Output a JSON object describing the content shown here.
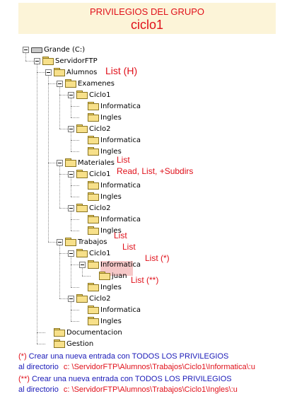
{
  "header": {
    "title": "PRIVILEGIOS DEL GRUPO",
    "group": "ciclo1"
  },
  "tree": [
    {
      "label": "Grande (C:)",
      "icon": "drive-icon"
    },
    {
      "label": "ServidorFTP"
    },
    {
      "label": "Alumnos"
    },
    {
      "label": "Examenes"
    },
    {
      "label": "Ciclo1"
    },
    {
      "label": "Informatica"
    },
    {
      "label": "Ingles"
    },
    {
      "label": "Ciclo2"
    },
    {
      "label": "Informatica"
    },
    {
      "label": "Ingles"
    },
    {
      "label": "Materiales"
    },
    {
      "label": "Ciclo1"
    },
    {
      "label": "Informatica"
    },
    {
      "label": "Ingles"
    },
    {
      "label": "Ciclo2"
    },
    {
      "label": "Informatica"
    },
    {
      "label": "Ingles"
    },
    {
      "label": "Trabajos"
    },
    {
      "label": "Ciclo1"
    },
    {
      "label": "Informatica"
    },
    {
      "label": "juan"
    },
    {
      "label": "Ingles"
    },
    {
      "label": "Ciclo2"
    },
    {
      "label": "Informatica"
    },
    {
      "label": "Ingles"
    },
    {
      "label": "Documentacion"
    },
    {
      "label": "Gestion"
    }
  ],
  "annotations": {
    "alumnos": "List (H)",
    "materiales": "List",
    "materiales_ciclo1": "Read, List, +Subdirs",
    "trabajos": "List",
    "trabajos_ciclo1": "List",
    "informatica": "List (*)",
    "ingles": "List (**)"
  },
  "notes": [
    {
      "mark": "(*)",
      "line1": "Crear una nueva entrada con TODOS LOS PRIVILEGIOS",
      "line2_prefix": "al directorio",
      "path": "c: \\ServidorFTP\\Alumnos\\Trabajos\\Ciclo1\\Informatica\\:u"
    },
    {
      "mark": "(**)",
      "line1": "Crear una nueva entrada con TODOS LOS PRIVILEGIOS",
      "line2_prefix": "al directorio",
      "path": "c: \\ServidorFTP\\Alumnos\\Trabajos\\Ciclo1\\Ingles\\:u"
    }
  ],
  "colors": {
    "accent": "#e0101a",
    "note_text": "#1a1ab8",
    "header_bg": "#fcf4d8",
    "highlight": "#f6c8c8"
  }
}
